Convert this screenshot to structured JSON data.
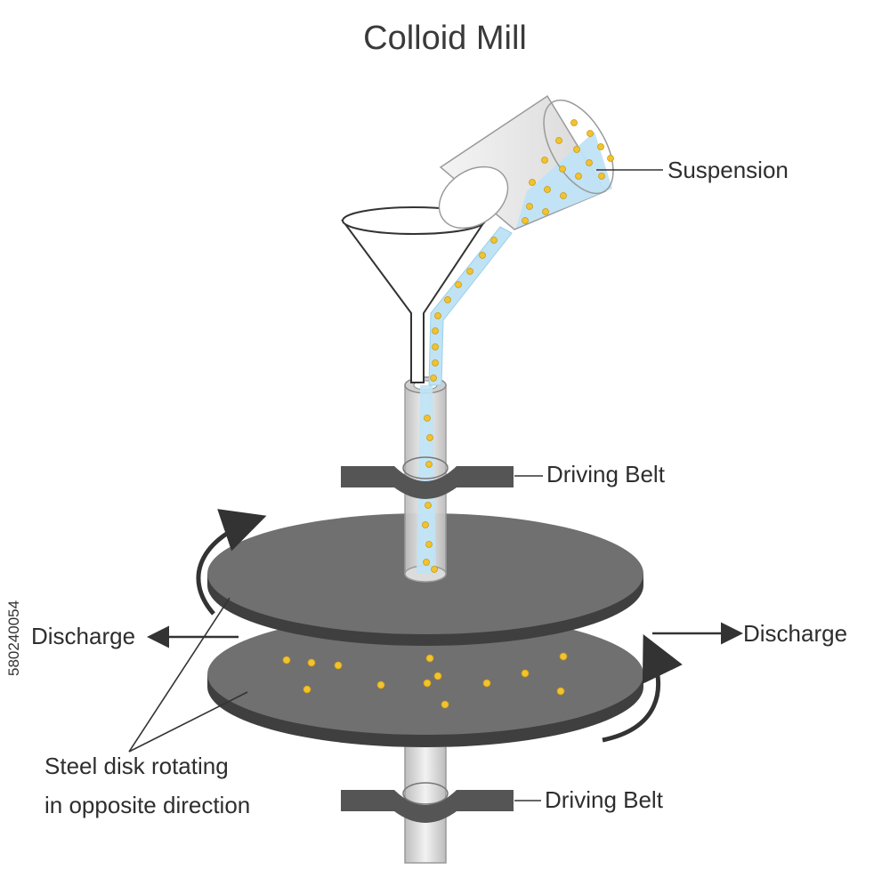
{
  "title": "Colloid Mill",
  "labels": {
    "suspension": "Suspension",
    "driving_belt_top": "Driving Belt",
    "driving_belt_bottom": "Driving Belt",
    "discharge_left": "Discharge",
    "discharge_right": "Discharge",
    "steel_disk_line1": "Steel disk rotating",
    "steel_disk_line2": "in opposite direction"
  },
  "stock_id": "580240054",
  "colors": {
    "disk": "#6b6b6b",
    "disk_dark": "#4a4a4a",
    "belt": "#555555",
    "liquid": "#bfe3f5",
    "particle": "#f2c230",
    "tube": "#d9d9d9",
    "arrow": "#333333"
  }
}
